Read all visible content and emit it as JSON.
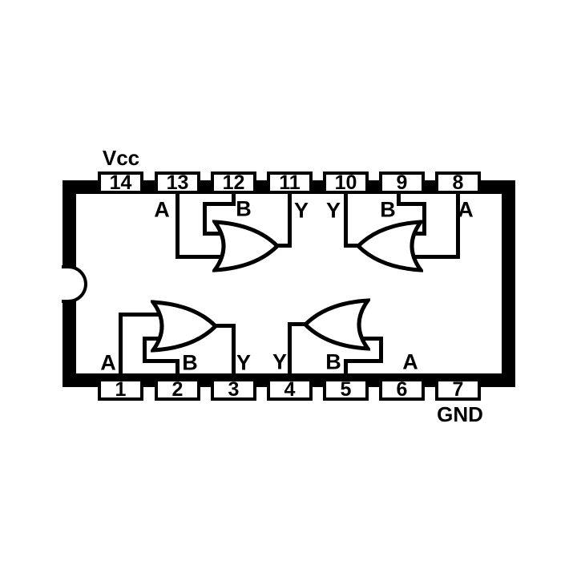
{
  "colors": {
    "background": "#ffffff",
    "ink": "#000000"
  },
  "power": {
    "vcc": "Vcc",
    "gnd": "GND"
  },
  "pins": {
    "top": [
      "14",
      "13",
      "12",
      "11",
      "10",
      "9",
      "8"
    ],
    "bottom": [
      "1",
      "2",
      "3",
      "4",
      "5",
      "6",
      "7"
    ]
  },
  "gates": [
    {
      "id": "gate-1",
      "position": "top-left",
      "facing": "right",
      "inputs": [
        {
          "pin": "13",
          "label": "A"
        },
        {
          "pin": "12",
          "label": "B"
        }
      ],
      "output": {
        "pin": "11",
        "label": "Y"
      }
    },
    {
      "id": "gate-2",
      "position": "top-right",
      "facing": "left",
      "inputs": [
        {
          "pin": "9",
          "label": "B"
        },
        {
          "pin": "8",
          "label": "A"
        }
      ],
      "output": {
        "pin": "10",
        "label": "Y"
      }
    },
    {
      "id": "gate-3",
      "position": "bottom-left",
      "facing": "right",
      "inputs": [
        {
          "pin": "1",
          "label": "A"
        },
        {
          "pin": "2",
          "label": "B"
        }
      ],
      "output": {
        "pin": "3",
        "label": "Y"
      }
    },
    {
      "id": "gate-4",
      "position": "bottom-right",
      "facing": "left",
      "inputs": [
        {
          "pin": "5",
          "label": "B"
        },
        {
          "pin": "6",
          "label": "A"
        }
      ],
      "output": {
        "pin": "4",
        "label": "Y"
      }
    }
  ]
}
